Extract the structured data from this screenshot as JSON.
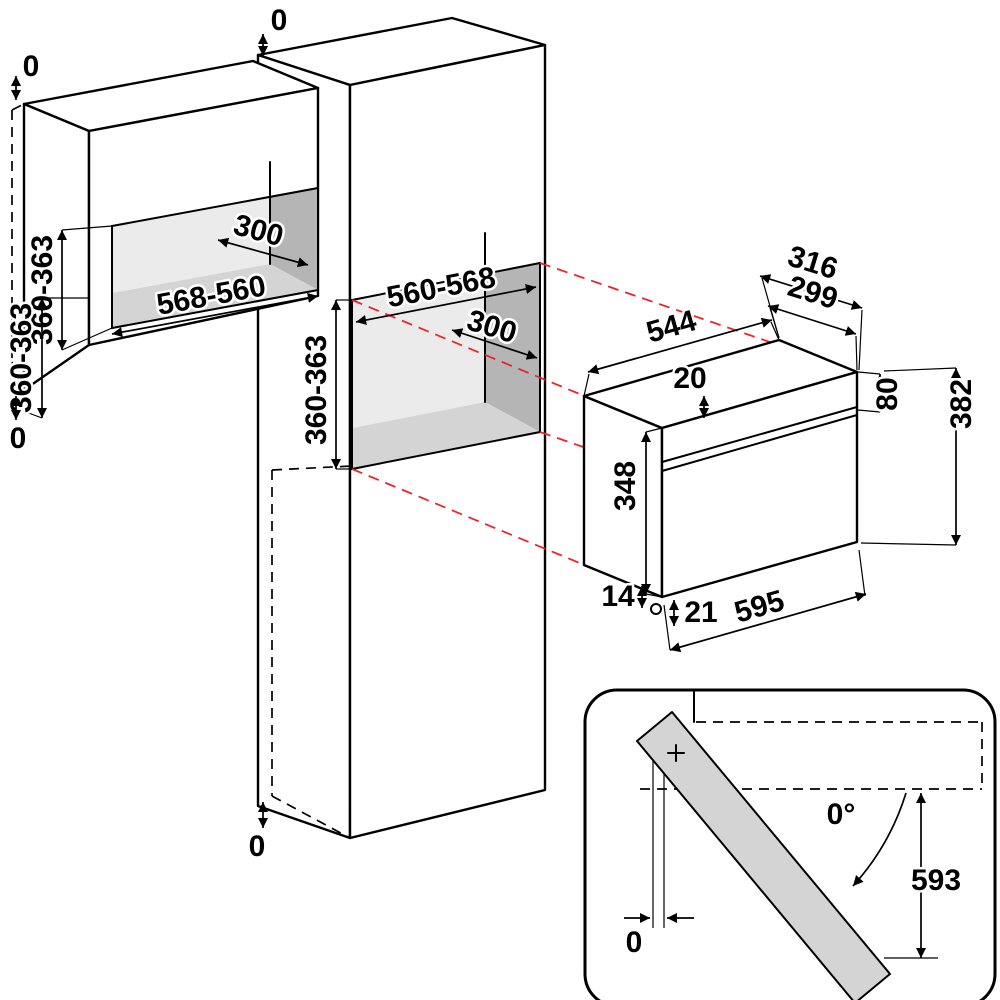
{
  "diagram": {
    "labels": {
      "wall_cabinet": {
        "top_clearance": "0",
        "side_clearance": "0",
        "niche_depth": "300",
        "niche_width": "568-560",
        "niche_height_front": "360-363",
        "niche_height_back": "360-363",
        "bottom_clearance": "0"
      },
      "tall_cabinet": {
        "niche_width": "560-568",
        "niche_depth": "300",
        "niche_height": "360-363",
        "bottom_clearance": "0"
      },
      "oven": {
        "depth_with_door": "316",
        "depth_body": "299",
        "depth_top": "544",
        "top_inset": "20",
        "front_height": "348",
        "right_height": "80",
        "overall_height": "382",
        "bottom_left_inset": "14",
        "bottom_inset": "21",
        "width": "595"
      },
      "door_detail": {
        "opening_angle": "0°",
        "door_clearance": "593",
        "hinge_offset": "0"
      }
    },
    "colors": {
      "outline": "#000000",
      "projection_line": "#e8262d",
      "niche_side_shade": "#b5b5b5",
      "niche_floor_shade": "#d4d4d4",
      "niche_back_shade": "#ebebeb",
      "background": "#ffffff"
    }
  }
}
